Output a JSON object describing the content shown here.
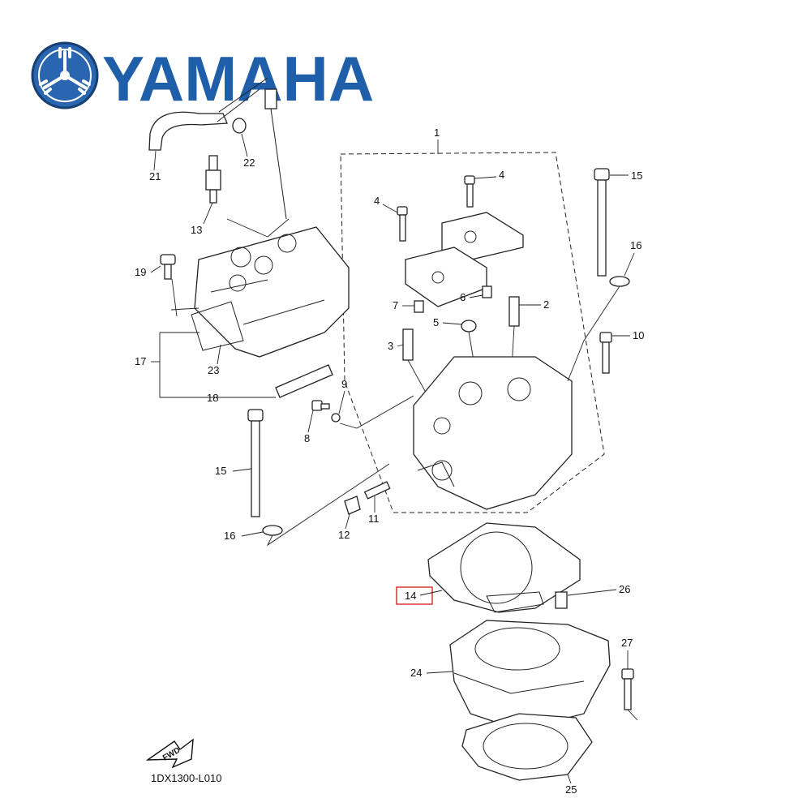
{
  "brand": {
    "name": "YAMAHA",
    "color": "#1f5ea8"
  },
  "diagram_ref": "1DX1300-L010",
  "fwd_label": "FWD",
  "highlight": {
    "label": "14",
    "color": "#d62828"
  },
  "callouts": {
    "c1": "1",
    "c2": "2",
    "c3": "3",
    "c4a": "4",
    "c4b": "4",
    "c5": "5",
    "c6": "6",
    "c7": "7",
    "c8": "8",
    "c9": "9",
    "c10": "10",
    "c11": "11",
    "c12": "12",
    "c13": "13",
    "c15a": "15",
    "c15b": "15",
    "c16a": "16",
    "c16b": "16",
    "c17": "17",
    "c18": "18",
    "c19": "19",
    "c21": "21",
    "c22": "22",
    "c23": "23",
    "c24": "24",
    "c25": "25",
    "c26": "26",
    "c27": "27"
  }
}
